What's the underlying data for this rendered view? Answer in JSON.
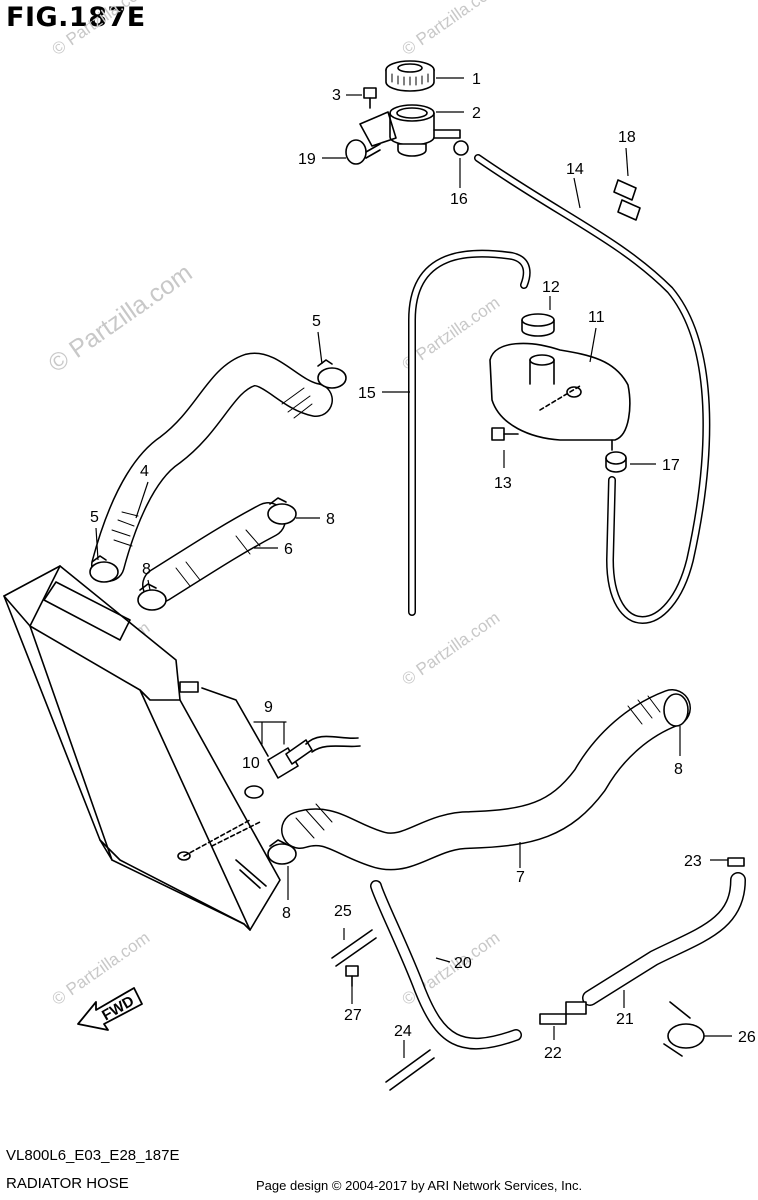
{
  "figure": {
    "title": "FIG.187E",
    "model_code": "VL800L6_E03_E28_187E",
    "section_title": "RADIATOR HOSE",
    "credit": "Page design © 2004-2017 by ARI Network Services, Inc."
  },
  "watermark": {
    "text": "© Partzilla.com"
  },
  "fwd_arrow": {
    "label": "FWD"
  },
  "callouts": [
    {
      "num": "1",
      "part": "radiator-cap"
    },
    {
      "num": "2",
      "part": "filler-neck"
    },
    {
      "num": "3",
      "part": "bolt"
    },
    {
      "num": "4",
      "part": "radiator-inlet-hose"
    },
    {
      "num": "5",
      "part": "hose-clamp"
    },
    {
      "num": "5",
      "part": "hose-clamp"
    },
    {
      "num": "6",
      "part": "radiator-hose"
    },
    {
      "num": "7",
      "part": "radiator-outlet-hose"
    },
    {
      "num": "8",
      "part": "hose-clamp"
    },
    {
      "num": "8",
      "part": "hose-clamp"
    },
    {
      "num": "8",
      "part": "hose-clamp"
    },
    {
      "num": "8",
      "part": "hose-clamp"
    },
    {
      "num": "9",
      "part": "fan-switch"
    },
    {
      "num": "10",
      "part": "gasket"
    },
    {
      "num": "11",
      "part": "reservoir-tank"
    },
    {
      "num": "12",
      "part": "reservoir-cap"
    },
    {
      "num": "13",
      "part": "bolt"
    },
    {
      "num": "14",
      "part": "overflow-hose"
    },
    {
      "num": "15",
      "part": "breather-hose"
    },
    {
      "num": "16",
      "part": "clip"
    },
    {
      "num": "17",
      "part": "clamp"
    },
    {
      "num": "18",
      "part": "hose-clamp"
    },
    {
      "num": "19",
      "part": "hose-clamp"
    },
    {
      "num": "20",
      "part": "bypass-hose"
    },
    {
      "num": "21",
      "part": "water-hose"
    },
    {
      "num": "22",
      "part": "union"
    },
    {
      "num": "23",
      "part": "clamp"
    },
    {
      "num": "24",
      "part": "clamp"
    },
    {
      "num": "25",
      "part": "clamp"
    },
    {
      "num": "26",
      "part": "hose-clamp"
    },
    {
      "num": "27",
      "part": "bolt"
    }
  ]
}
